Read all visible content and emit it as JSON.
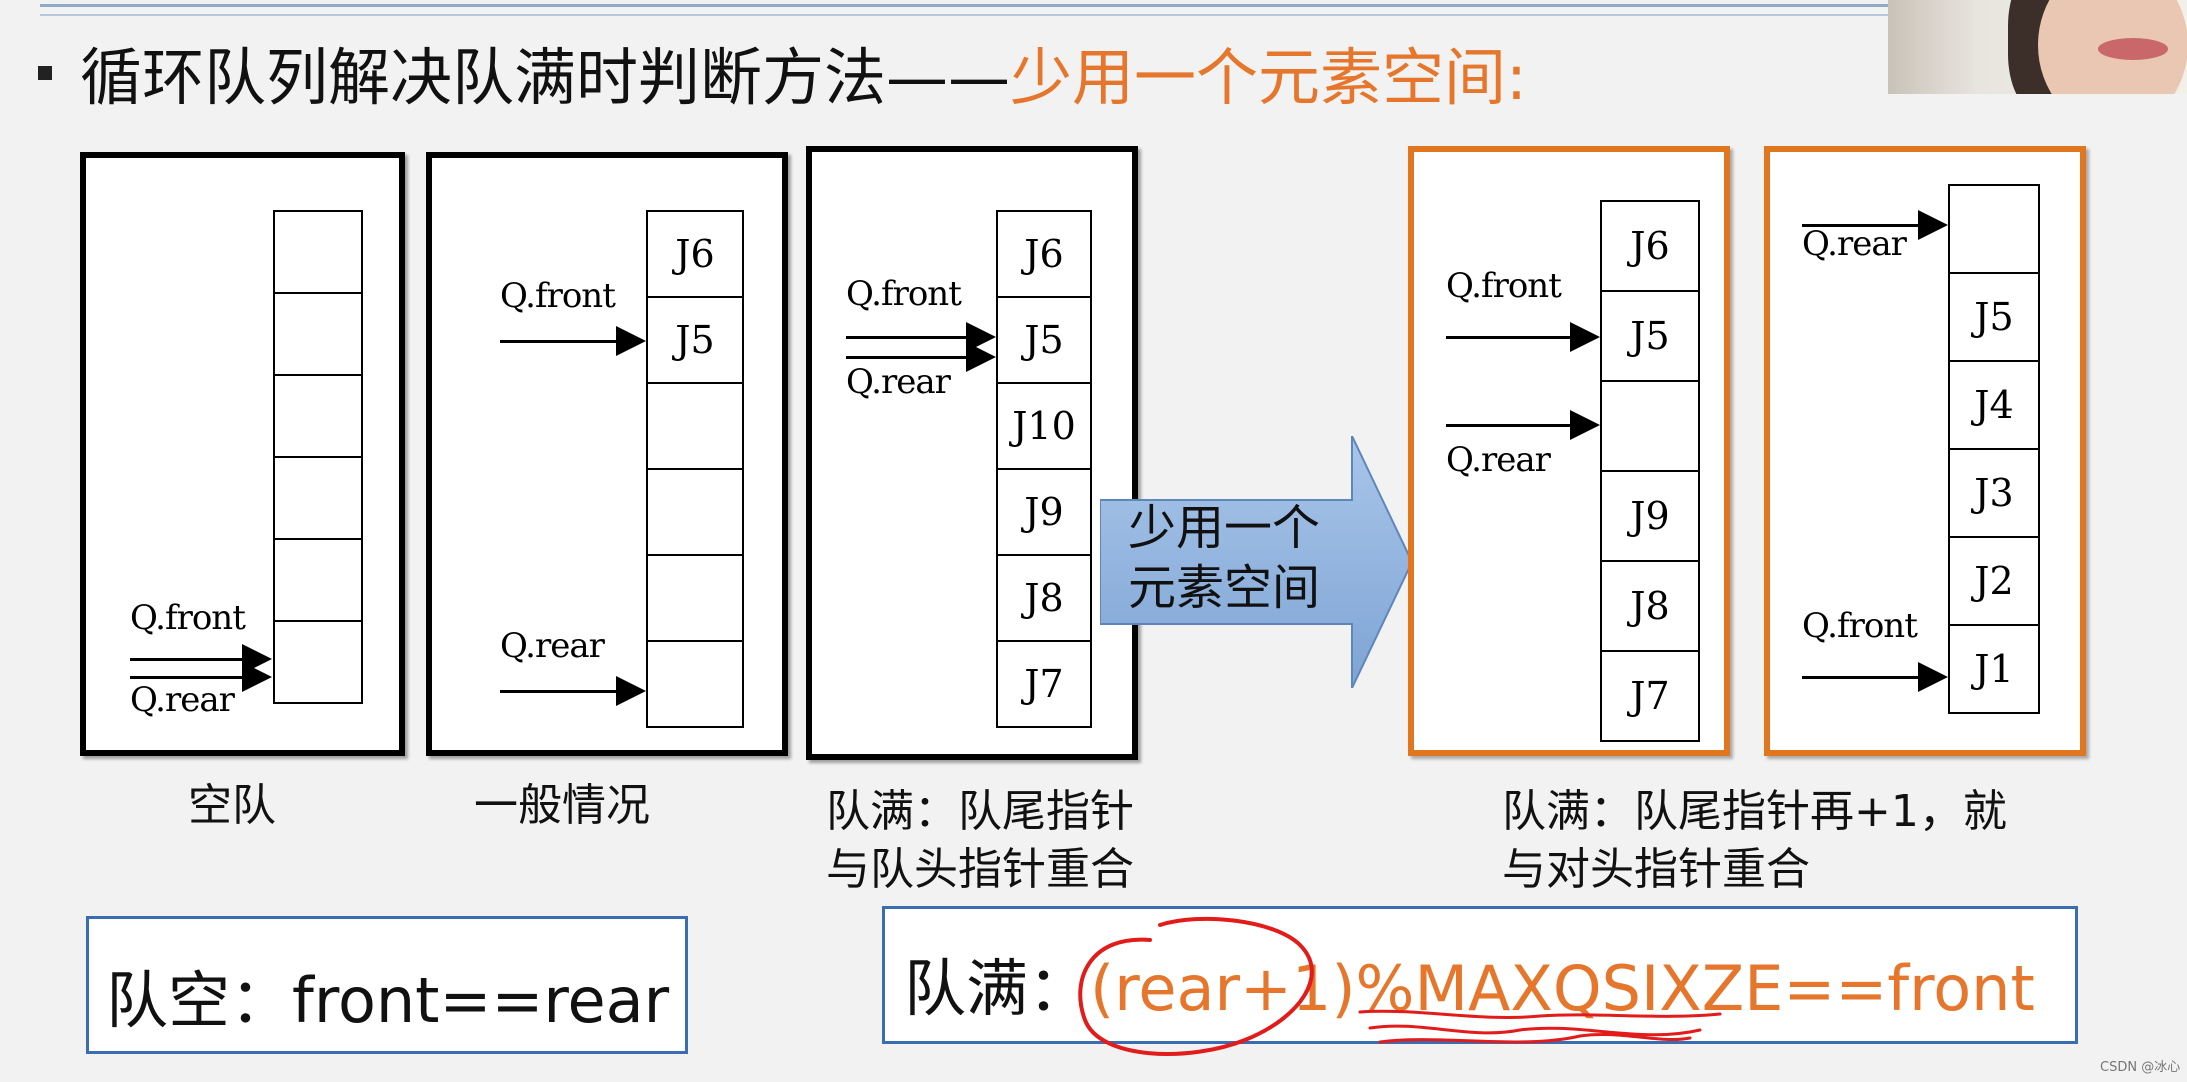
{
  "title": {
    "main": "循环队列解决队满时判断方法——",
    "accent": "少用一个元素空间:"
  },
  "diagrams": {
    "empty": {
      "cells": [
        "",
        "",
        "",
        "",
        "",
        ""
      ],
      "front_label": "Q.front",
      "rear_label": "Q.rear",
      "caption": "空队"
    },
    "general": {
      "cells": [
        "J6",
        "J5",
        "",
        "",
        "",
        ""
      ],
      "front_label": "Q.front",
      "rear_label": "Q.rear",
      "caption": "一般情况"
    },
    "full": {
      "cells": [
        "J6",
        "J5",
        "J10",
        "J9",
        "J8",
        "J7"
      ],
      "front_label": "Q.front",
      "rear_label": "Q.rear",
      "caption_line1": "队满：队尾指针",
      "caption_line2": "与队头指针重合"
    },
    "full_a": {
      "cells": [
        "J6",
        "J5",
        "",
        "J9",
        "J8",
        "J7"
      ],
      "front_label": "Q.front",
      "rear_label": "Q.rear"
    },
    "full_b": {
      "cells": [
        "",
        "J5",
        "J4",
        "J3",
        "J2",
        "J1"
      ],
      "front_label": "Q.front",
      "rear_label": "Q.rear"
    },
    "one_less_caption_line1": "队满：队尾指针再+1，就",
    "one_less_caption_line2": "与对头指针重合"
  },
  "big_arrow": {
    "line1": "少用一个",
    "line2": "元素空间"
  },
  "formulas": {
    "empty": "队空：front==rear",
    "full_prefix": "队满：",
    "full_expr": "(rear+1)%MAXQSIXZE==front"
  },
  "watermark": "CSDN @冰心",
  "colors": {
    "accent": "#e6762b",
    "frame_orange": "#e0771e",
    "box_blue": "#3b6db3",
    "arrow_blue": "#8db3e2"
  }
}
